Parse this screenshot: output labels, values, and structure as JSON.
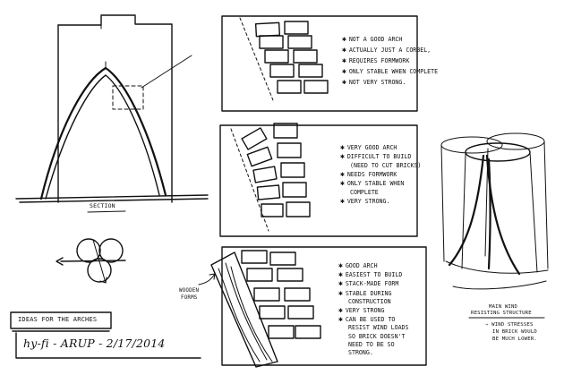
{
  "labels": {
    "section": "SECTION",
    "wooden_forms_line1": "WOODEN",
    "wooden_forms_line2": "FORMS",
    "title_box": "IDEAS FOR THE ARCHES",
    "signature": "hy-fi - ARUP - 2/17/2014",
    "main_wind_line1": "MAIN WIND",
    "main_wind_line2": "RESISTING STRUCTURE",
    "wind_note_line1": "⇒ WIND STRESSES",
    "wind_note_line2": "IN BRICK WOULD",
    "wind_note_line3": "BE MUCH LOWER."
  },
  "notes": {
    "panel1": [
      "NOT A GOOD ARCH",
      "ACTUALLY JUST A CORBEL,",
      "REQUIRES FORMWORK",
      "ONLY STABLE WHEN COMPLETE",
      "NOT VERY STRONG."
    ],
    "panel2": [
      "VERY GOOD ARCH",
      "DIFFICULT TO BUILD",
      "(NEED TO CUT BRICKS)",
      "NEEDS FORMWORK",
      "ONLY STABLE WHEN",
      "COMPLETE",
      "VERY STRONG."
    ],
    "panel3": [
      "GOOD ARCH",
      "EASIEST TO BUILD",
      "STACK-MADE FORM",
      "STABLE DURING",
      "CONSTRUCTION",
      "VERY STRONG",
      "CAN BE USED TO",
      "RESIST WIND LOADS",
      "SO BRICK DOESN'T",
      "NEED TO BE SO",
      "STRONG."
    ]
  }
}
